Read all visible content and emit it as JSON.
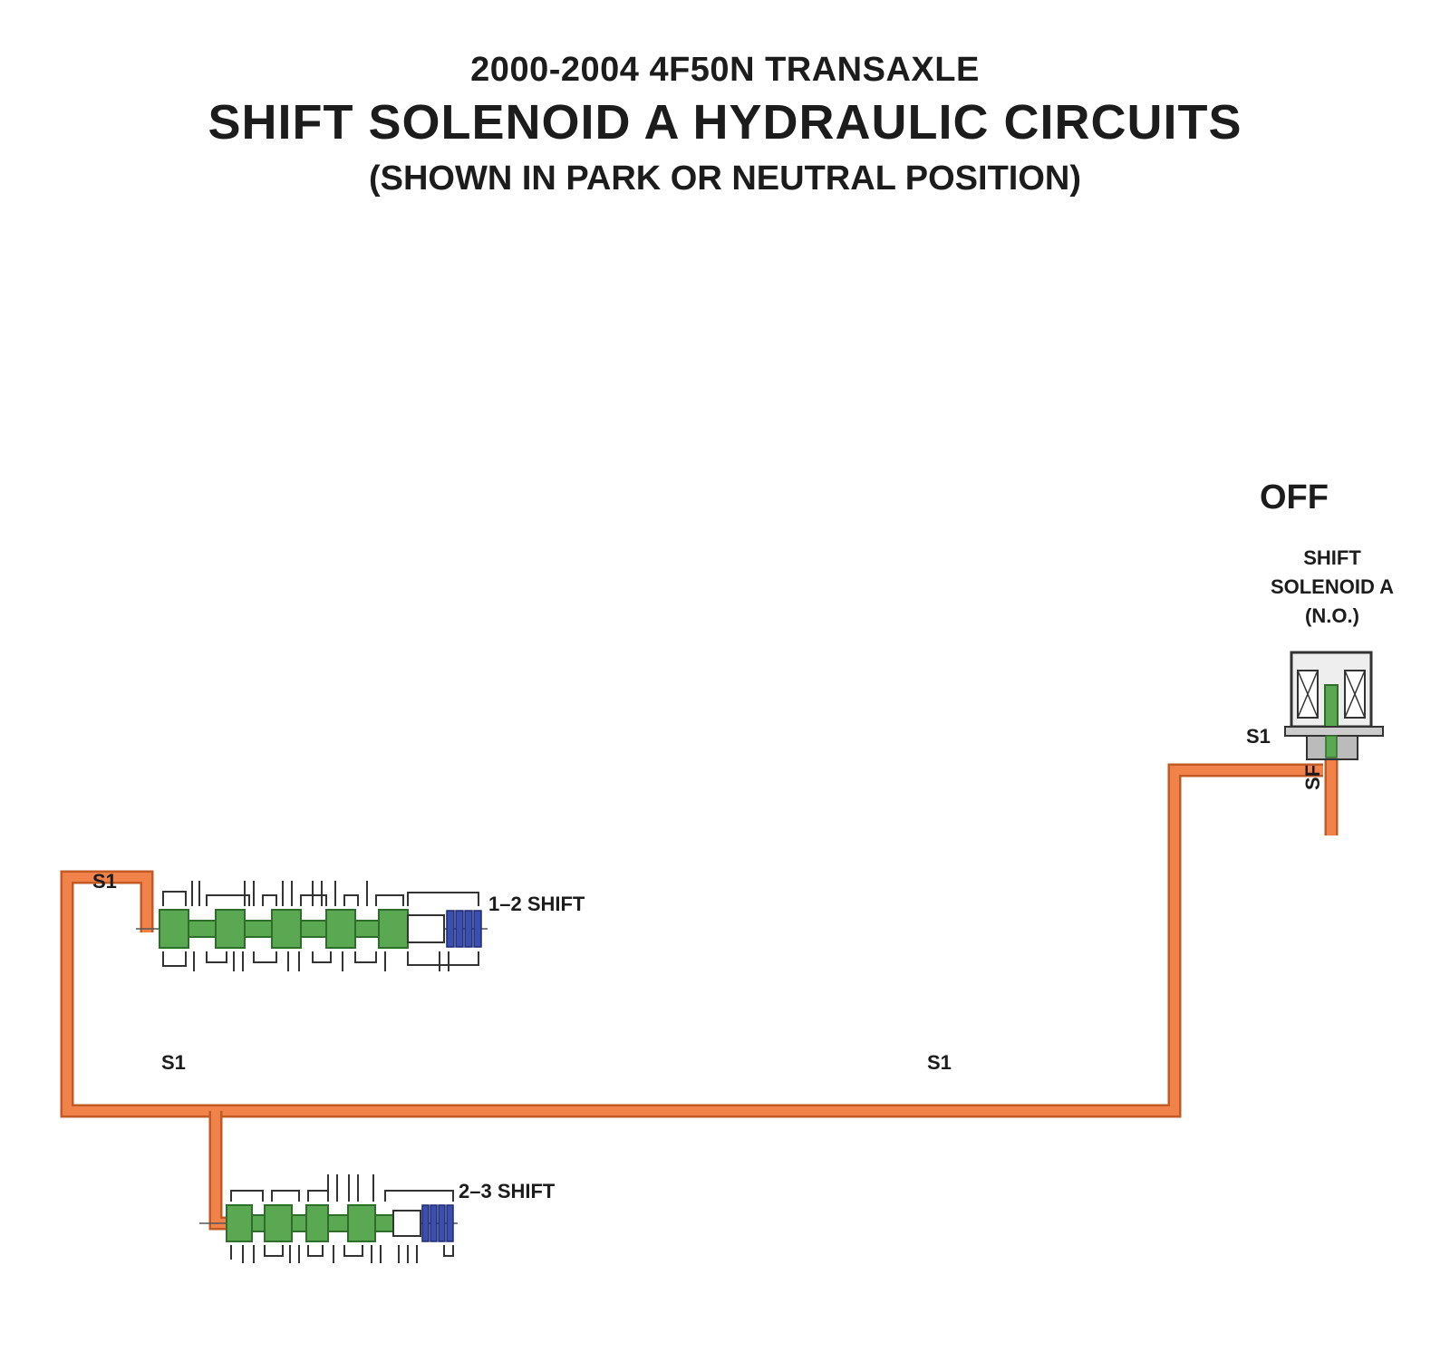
{
  "header": {
    "line1": "2000-2004 4F50N TRANSAXLE",
    "line2": "SHIFT SOLENOID A HYDRAULIC CIRCUITS",
    "line3": "(SHOWN IN PARK OR NEUTRAL POSITION)"
  },
  "solenoid": {
    "state": "OFF",
    "name_line1": "SHIFT",
    "name_line2": "SOLENOID A",
    "name_line3": "(N.O.)"
  },
  "circuits": {
    "s1_label": "S1",
    "sf_label": "SF"
  },
  "valves": {
    "v12_label": "1–2 SHIFT",
    "v23_label": "2–3 SHIFT"
  },
  "colors": {
    "fluid": "#f0824a",
    "fluid_edge": "#c25a26",
    "spool": "#5aa851",
    "spool_edge": "#2f6e2a",
    "spring": "#3b4fb0",
    "body": "#444444"
  }
}
